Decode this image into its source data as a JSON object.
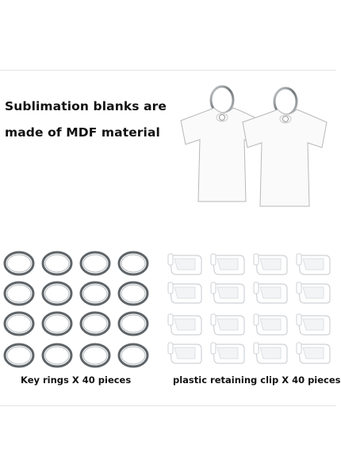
{
  "headline": {
    "line1": "Sublimation blanks are",
    "line2": "made of MDF material"
  },
  "captions": {
    "key_rings": "Key rings X 40 pieces",
    "clips": "plastic retaining clip X 40 pieces"
  },
  "colors": {
    "background": "#ffffff",
    "text": "#111111",
    "shirt_fill": "#fafafa",
    "shirt_outline": "#b8b8b8",
    "metal": "#6f7477",
    "clip_fill": "#ffffff",
    "clip_outline": "#cfd2d6"
  },
  "products": {
    "shirt_blanks_shown": 2,
    "ring_grid": {
      "rows": 4,
      "cols": 4
    },
    "clip_grid": {
      "rows": 4,
      "cols": 4
    }
  }
}
